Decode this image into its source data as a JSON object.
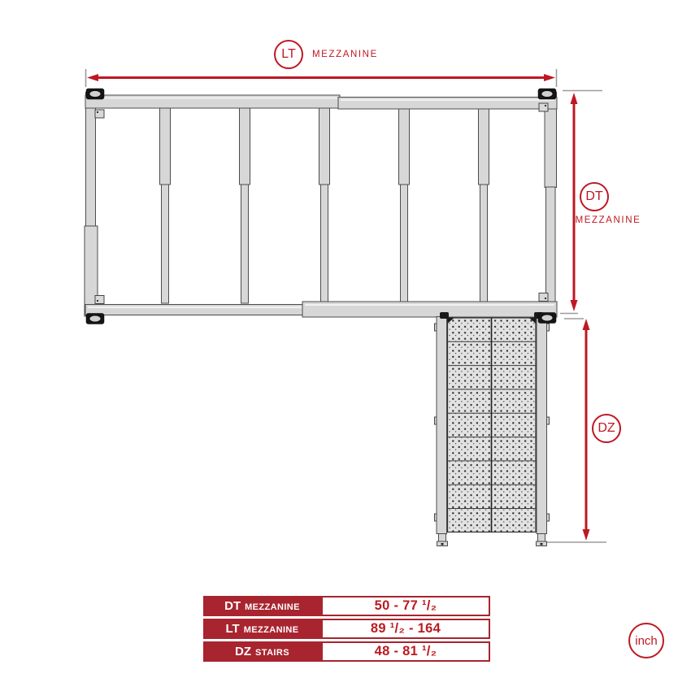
{
  "palette": {
    "dimension_red": "#BE1823",
    "table_red": "#A8242F",
    "value_red": "#BB1B22",
    "beam_fill": "#D7D7D7",
    "beam_stroke": "#4C4C4C",
    "tick_gray": "#9C9C9C",
    "tread_fill": "#E2E2E2"
  },
  "dimensions": {
    "lt": {
      "code": "LT",
      "label": "MEZZANINE"
    },
    "dt": {
      "code": "DT",
      "label": "MEZZANINE"
    },
    "dz": {
      "code": "DZ"
    }
  },
  "table": {
    "rows": [
      {
        "code": "DT",
        "label": "MEZZANINE",
        "value": "50 - 77 ¹/₂"
      },
      {
        "code": "LT",
        "label": "MEZZANINE",
        "value": "89 ¹/₂ - 164"
      },
      {
        "code": "DZ",
        "label": "STAIRS",
        "value": "48 - 81 ¹/₂"
      }
    ]
  },
  "unit_badge": {
    "label": "inch"
  }
}
